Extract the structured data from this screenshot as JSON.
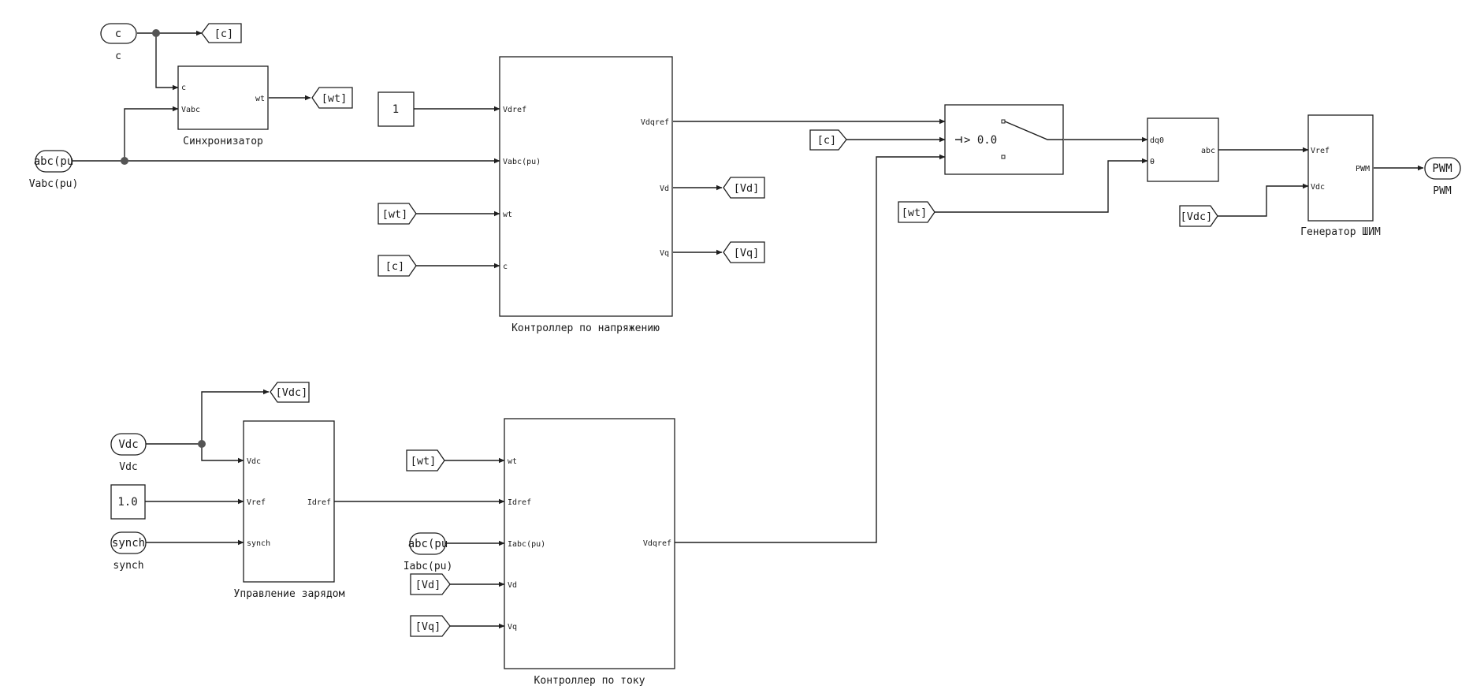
{
  "blocks": {
    "sync": {
      "title": "Синхронизатор",
      "in": [
        "c",
        "Vabc"
      ],
      "out": [
        "wt"
      ]
    },
    "vctrl": {
      "title": "Контроллер по напряжению",
      "in": [
        "Vdref",
        "Vabc(pu)",
        "wt",
        "c"
      ],
      "out": [
        "Vdqref",
        "Vd",
        "Vq"
      ]
    },
    "charge": {
      "title": "Управление зарядом",
      "in": [
        "Vdc",
        "Vref",
        "synch"
      ],
      "out": [
        "Idref"
      ]
    },
    "ictrl": {
      "title": "Контроллер по току",
      "in": [
        "wt",
        "Idref",
        "Iabc(pu)",
        "Vd",
        "Vq"
      ],
      "out": [
        "Vdqref"
      ]
    },
    "switch": {
      "threshold": "> 0.0"
    },
    "dq0": {
      "in": [
        "dq0",
        "θ"
      ],
      "out": [
        "abc"
      ]
    },
    "pwm": {
      "title": "Генератор ШИМ",
      "in": [
        "Vref",
        "Vdc"
      ],
      "out": [
        "PWM"
      ]
    }
  },
  "inports": {
    "c": {
      "text": "c",
      "label": "c"
    },
    "vabc": {
      "text": "abc(pu",
      "label": "Vabc(pu)"
    },
    "vdc": {
      "text": "Vdc",
      "label": "Vdc"
    },
    "synch": {
      "text": "synch",
      "label": "synch"
    },
    "iabc": {
      "text": "abc(pu",
      "label": "Iabc(pu)"
    }
  },
  "outports": {
    "pwm": {
      "text": "PWM",
      "label": "PWM"
    }
  },
  "constants": {
    "vdref": "1",
    "vref": "1.0"
  },
  "goto_tags": {
    "c": "[c]",
    "wt": "[wt]",
    "vd": "[Vd]",
    "vq": "[Vq]",
    "vdc": "[Vdc]"
  },
  "from_tags": {
    "wt_vctrl": "[wt]",
    "c_vctrl": "[c]",
    "c_switch": "[c]",
    "wt_dq0": "[wt]",
    "vdc_pwm": "[Vdc]",
    "wt_ictrl": "[wt]",
    "vd_ictrl": "[Vd]",
    "vq_ictrl": "[Vq]"
  }
}
